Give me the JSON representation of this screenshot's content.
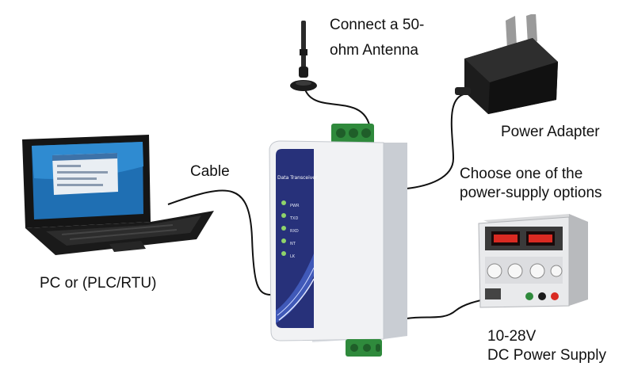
{
  "labels": {
    "antenna": [
      "Connect a 50-",
      "ohm Antenna"
    ],
    "adapter": "Power Adapter",
    "cable": "Cable",
    "options": [
      "Choose one of the",
      "power-supply options"
    ],
    "pc": "PC or (PLC/RTU)",
    "supply": [
      "10-28V",
      "DC Power Supply"
    ]
  },
  "device": {
    "name": "Data Transceiver",
    "leds": [
      "PWR",
      "TXD",
      "RXD",
      "NT",
      "LK"
    ]
  },
  "colors": {
    "wire": "#111111",
    "device_body": "#f1f2f4",
    "device_panel": "#27317a",
    "terminal": "#2f8a3c",
    "led": "#8fd36a",
    "psu_display": "#d92a22"
  }
}
